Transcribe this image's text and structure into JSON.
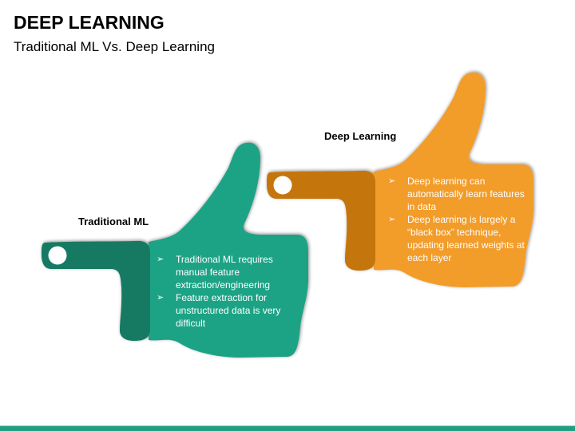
{
  "header": {
    "title": "DEEP LEARNING",
    "subtitle": "Traditional ML Vs. Deep Learning"
  },
  "colors": {
    "teal_palm": "#1fa385",
    "teal_cuff": "#177a63",
    "orange_palm": "#f29c2a",
    "orange_cuff": "#c4760e",
    "footer": "#1f9e80"
  },
  "cards": [
    {
      "label": "Traditional ML",
      "icon": "thumbs-up-hand-icon",
      "bullet_icon": "arrowhead-bullet-icon",
      "bullets": [
        "Traditional ML requires manual feature extraction/engineering",
        "Feature extraction for unstructured data is very difficult"
      ]
    },
    {
      "label": "Deep Learning",
      "icon": "thumbs-up-hand-icon",
      "bullet_icon": "arrowhead-bullet-icon",
      "bullets": [
        "Deep learning can automatically learn features in data",
        "Deep learning is largely a “black box” technique, updating learned weights at each layer"
      ]
    }
  ],
  "bullet_glyph": "➢"
}
